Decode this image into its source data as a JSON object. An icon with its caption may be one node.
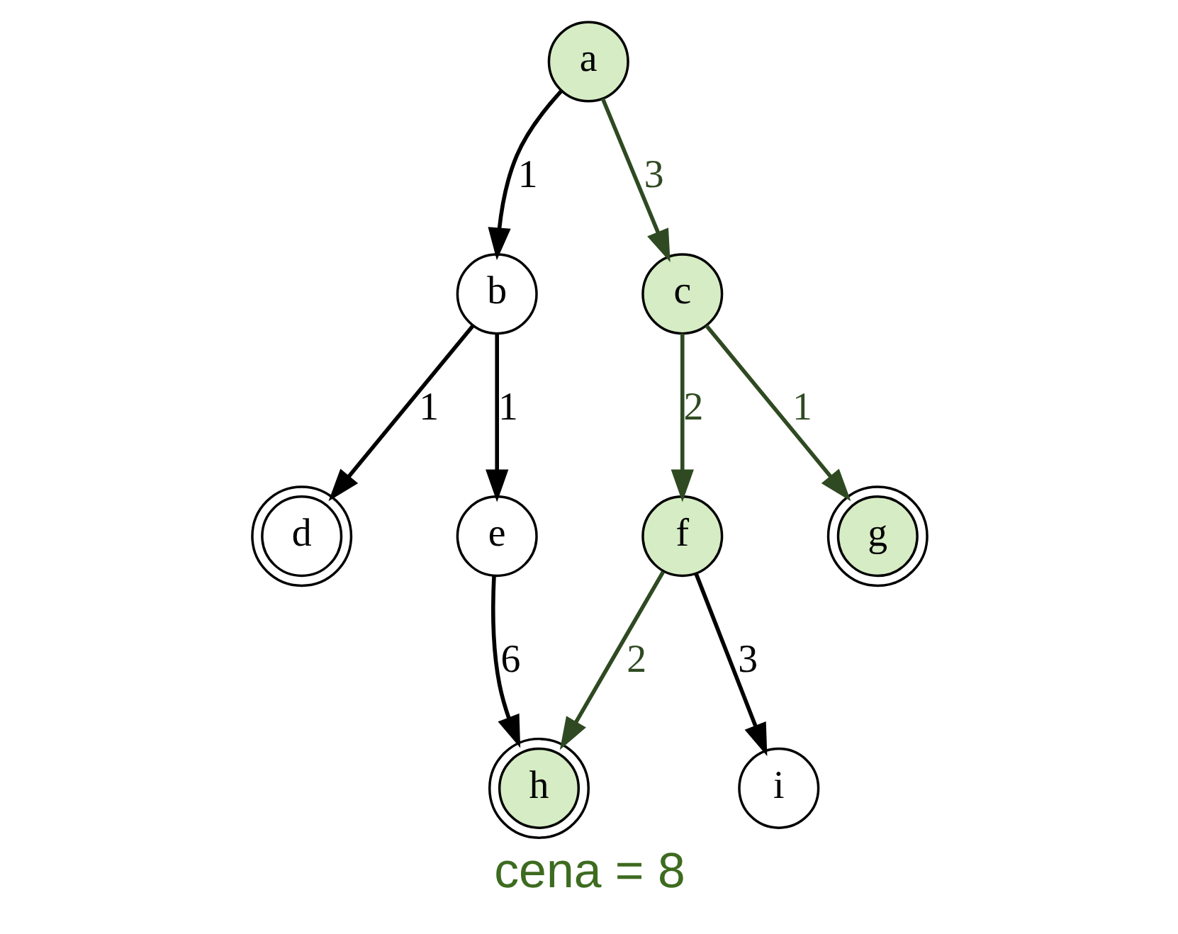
{
  "diagram": {
    "caption": "cena = 8",
    "nodes": [
      {
        "text": [
          "a"
        ]
      },
      {
        "text": [
          "b"
        ]
      },
      {
        "text": [
          "c"
        ]
      },
      {
        "text": [
          "d"
        ]
      },
      {
        "text": [
          "e"
        ]
      },
      {
        "text": [
          "f"
        ]
      },
      {
        "text": [
          "g"
        ]
      },
      {
        "text": [
          "h"
        ]
      },
      {
        "text": [
          "i"
        ]
      }
    ],
    "edges": [
      {
        "from": 0,
        "to": 1,
        "arrow": "to",
        "label": "1"
      },
      {
        "from": 0,
        "to": 2,
        "arrow": "to",
        "label": "3",
        "color": "#2f4a22"
      },
      {
        "from": 1,
        "to": 3,
        "arrow": "to",
        "label": "1"
      },
      {
        "from": 1,
        "to": 4,
        "arrow": "to",
        "label": "1"
      },
      {
        "from": 2,
        "to": 5,
        "arrow": "to",
        "label": "2",
        "color": "#2f4a22"
      },
      {
        "from": 2,
        "to": 6,
        "arrow": "to",
        "label": "1",
        "color": "#2f4a22"
      },
      {
        "from": 4,
        "to": 7,
        "arrow": "to",
        "label": "6"
      },
      {
        "from": 5,
        "to": 7,
        "arrow": "to",
        "label": "2",
        "color": "#2f4a22"
      },
      {
        "from": 5,
        "to": 8,
        "arrow": "to",
        "label": "3"
      }
    ]
  }
}
